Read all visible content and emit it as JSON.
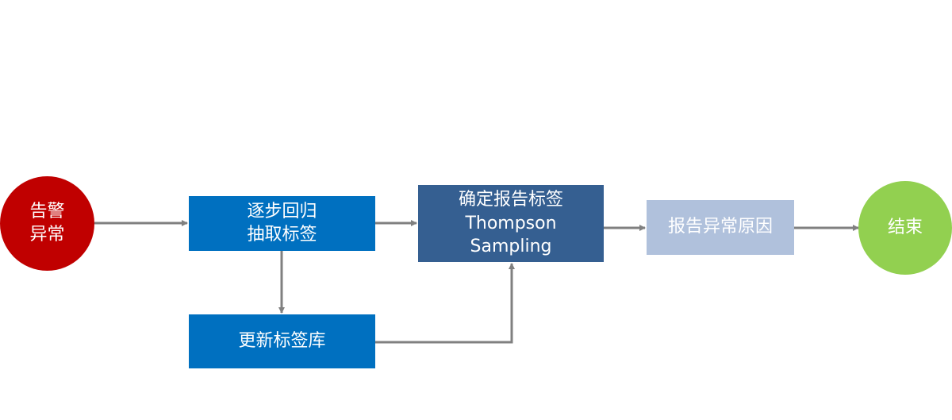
{
  "colors": {
    "start": "#c00000",
    "process": "#0070c0",
    "decision": "#355f91",
    "report": "#b0c1dc",
    "end": "#92d050",
    "edge": "#808080",
    "text": "#ffffff"
  },
  "nodes": {
    "start": {
      "line1": "告警",
      "line2": "异常",
      "icon": "start-circle"
    },
    "extract": {
      "line1": "逐步回归",
      "line2": "抽取标签"
    },
    "update": {
      "label": "更新标签库"
    },
    "decide": {
      "line1": "确定报告标签",
      "line2": "Thompson",
      "line3": "Sampling"
    },
    "report": {
      "label": "报告异常原因"
    },
    "end": {
      "label": "结束",
      "icon": "end-circle"
    }
  },
  "edges": [
    {
      "from": "start",
      "to": "extract"
    },
    {
      "from": "extract",
      "to": "decide"
    },
    {
      "from": "extract",
      "to": "update"
    },
    {
      "from": "update",
      "to": "decide"
    },
    {
      "from": "decide",
      "to": "report"
    },
    {
      "from": "report",
      "to": "end"
    }
  ]
}
